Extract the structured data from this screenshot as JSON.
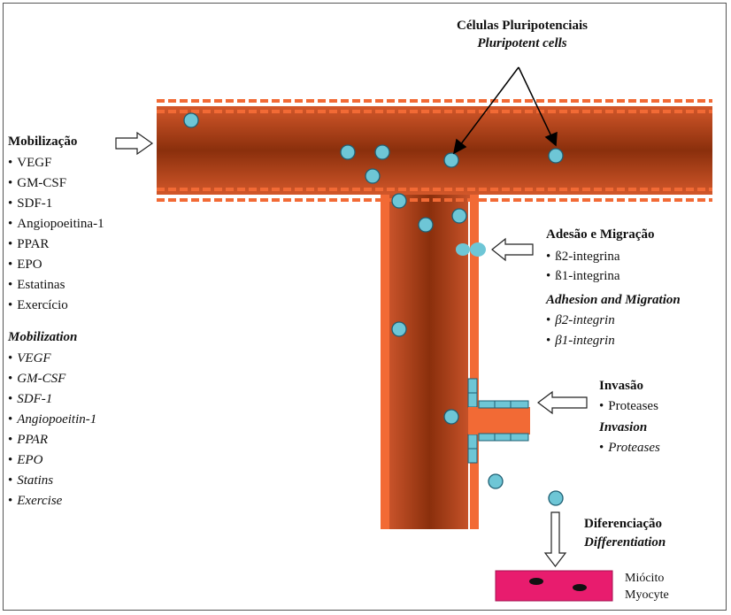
{
  "title": {
    "pt": "Células Pluripotenciais",
    "en": "Pluripotent cells"
  },
  "mobilization": {
    "heading_pt": "Mobilização",
    "items_pt": [
      "VEGF",
      "GM-CSF",
      "SDF-1",
      "Angiopoeitina-1",
      "PPAR",
      "EPO",
      "Estatinas",
      "Exercício"
    ],
    "heading_en": "Mobilization",
    "items_en": [
      "VEGF",
      "GM-CSF",
      "SDF-1",
      "Angiopoeitin-1",
      "PPAR",
      "EPO",
      "Statins",
      "Exercise"
    ]
  },
  "adhesion": {
    "heading_pt": "Adesão e Migração",
    "items_pt": [
      "ß2-integrina",
      "ß1-integrina"
    ],
    "heading_en": "Adhesion and Migration",
    "items_en": [
      "β2-integrin",
      "β1-integrin"
    ]
  },
  "invasion": {
    "heading_pt": "Invasão",
    "items_pt": [
      "Proteases"
    ],
    "heading_en": "Invasion",
    "items_en": [
      "Proteases"
    ]
  },
  "differentiation": {
    "heading_pt": "Diferenciação",
    "heading_en": "Differentiation"
  },
  "myocyte": {
    "label_pt": "Miócito",
    "label_en": "Myocyte"
  },
  "colors": {
    "vessel_dark": "#8a2f0c",
    "vessel_light": "#f26a35",
    "cell": "#6ec6d6",
    "myocyte": "#e81c6e"
  }
}
